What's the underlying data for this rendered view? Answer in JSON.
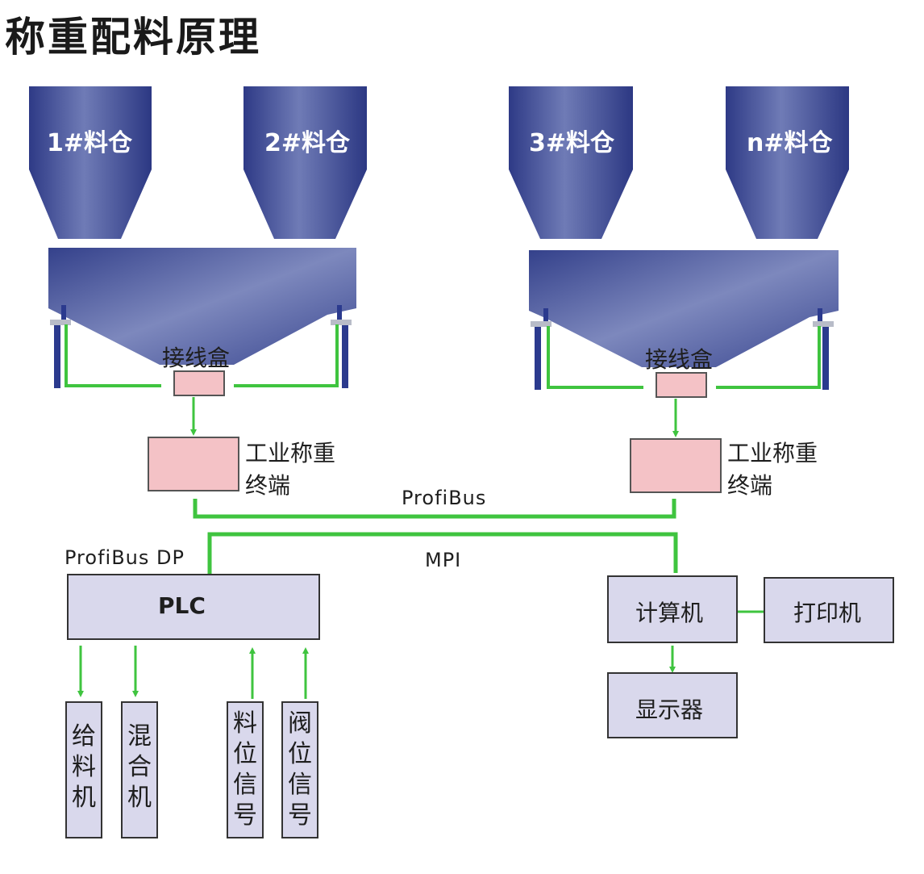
{
  "title": "称重配料原理",
  "silos": [
    "1#料仓",
    "2#料仓",
    "3#料仓",
    "n#料仓"
  ],
  "junction_box": "接线盒",
  "terminal": {
    "line1": "工业称重",
    "line2": "终端"
  },
  "buses": {
    "profibus": "ProfiBus",
    "profibus_dp": "ProfiBus DP",
    "mpi": "MPI"
  },
  "plc": "PLC",
  "computer": "计算机",
  "printer": "打印机",
  "display": "显示器",
  "outputs": [
    "给料机",
    "混合机",
    "料位信号",
    "阀位信号"
  ],
  "colors": {
    "silo_blue": "#3b4a93",
    "wire_green": "#3fc43f",
    "box_pink": "#f4c2c6",
    "box_lavender": "#d9d8ec"
  }
}
